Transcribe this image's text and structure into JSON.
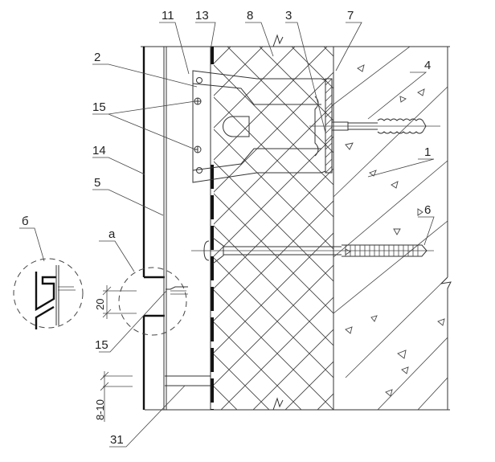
{
  "drawing": {
    "type": "ventilated facade section",
    "colors": {
      "ink": "#222222",
      "paper": "#ffffff"
    }
  },
  "callouts": {
    "c11": "11",
    "c13": "13",
    "c8": "8",
    "c3": "3",
    "c7": "7",
    "c2": "2",
    "c4": "4",
    "c15a": "15",
    "c14": "14",
    "c1": "1",
    "c5": "5",
    "c6": "6",
    "c_b": "б",
    "c_a": "а",
    "c15b": "15",
    "c31": "31"
  },
  "dimensions": {
    "joint_gap": "20",
    "air_gap": "8-10"
  }
}
